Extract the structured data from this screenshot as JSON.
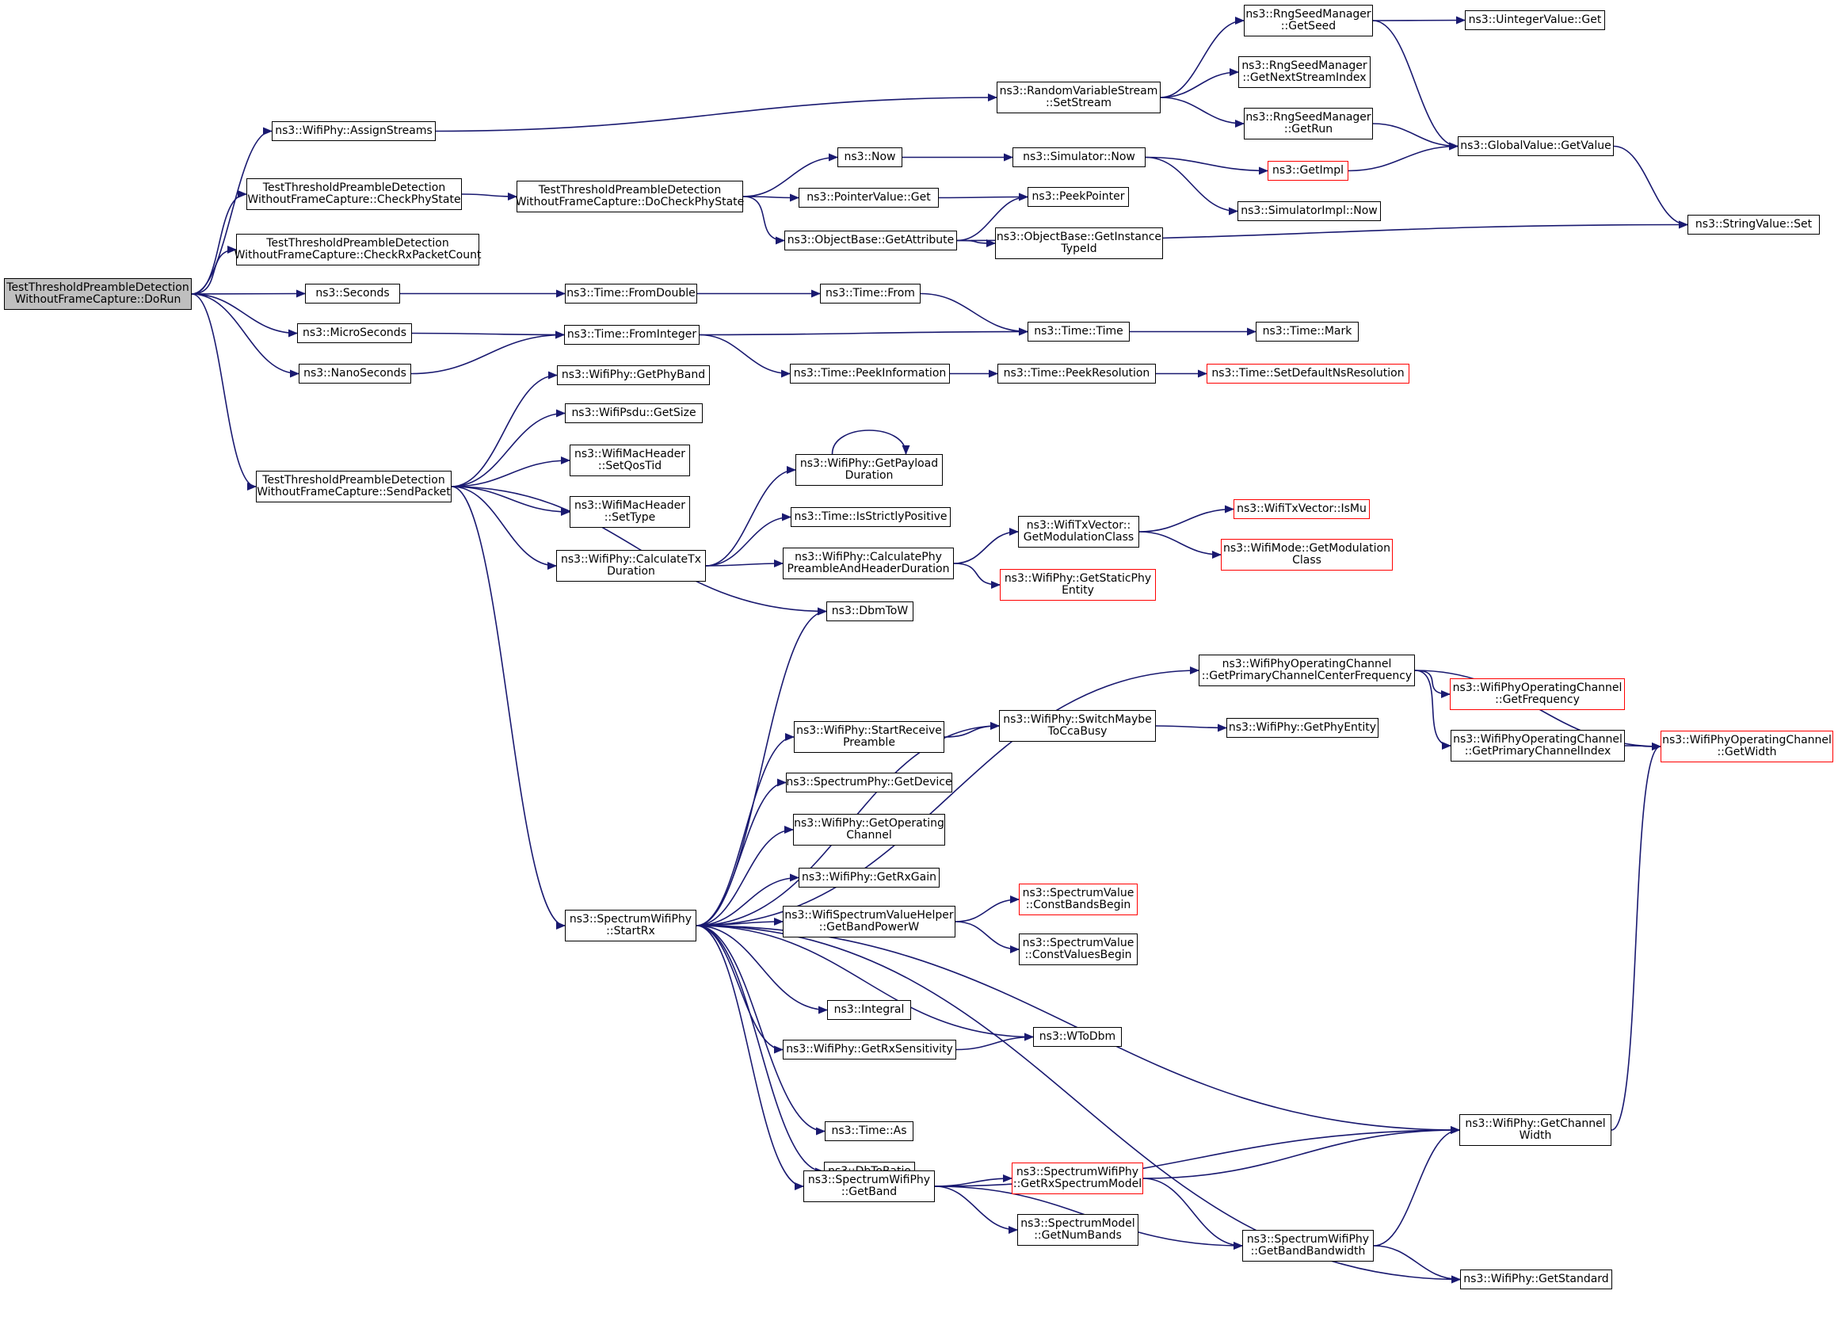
{
  "colors": {
    "edge": "#191970",
    "border": "#000000",
    "incomplete_border": "#ff0000",
    "root_fill": "#bfbfbf"
  },
  "nodes": [
    {
      "id": "root",
      "lines": [
        "TestThresholdPreambleDetection",
        "WithoutFrameCapture::DoRun"
      ],
      "root": true
    },
    {
      "id": "assignStreams",
      "lines": [
        "ns3::WifiPhy::AssignStreams"
      ]
    },
    {
      "id": "checkPhyState",
      "lines": [
        "TestThresholdPreambleDetection",
        "WithoutFrameCapture::CheckPhyState"
      ]
    },
    {
      "id": "checkRxPacketCount",
      "lines": [
        "TestThresholdPreambleDetection",
        "WithoutFrameCapture::CheckRxPacketCount"
      ]
    },
    {
      "id": "seconds",
      "lines": [
        "ns3::Seconds"
      ]
    },
    {
      "id": "microSeconds",
      "lines": [
        "ns3::MicroSeconds"
      ]
    },
    {
      "id": "nanoSeconds",
      "lines": [
        "ns3::NanoSeconds"
      ]
    },
    {
      "id": "sendPacket",
      "lines": [
        "TestThresholdPreambleDetection",
        "WithoutFrameCapture::SendPacket"
      ]
    },
    {
      "id": "doCheckPhyState",
      "lines": [
        "TestThresholdPreambleDetection",
        "WithoutFrameCapture::DoCheckPhyState"
      ]
    },
    {
      "id": "rvsSetStream",
      "lines": [
        "ns3::RandomVariableStream",
        "::SetStream"
      ]
    },
    {
      "id": "rsmGetSeed",
      "lines": [
        "ns3::RngSeedManager",
        "::GetSeed"
      ]
    },
    {
      "id": "rsmGetNextStreamIndex",
      "lines": [
        "ns3::RngSeedManager",
        "::GetNextStreamIndex"
      ]
    },
    {
      "id": "rsmGetRun",
      "lines": [
        "ns3::RngSeedManager",
        "::GetRun"
      ]
    },
    {
      "id": "uintegerValueGet",
      "lines": [
        "ns3::UintegerValue::Get"
      ]
    },
    {
      "id": "globalValueGetValue",
      "lines": [
        "ns3::GlobalValue::GetValue"
      ]
    },
    {
      "id": "stringValueSet",
      "lines": [
        "ns3::StringValue::Set"
      ]
    },
    {
      "id": "now",
      "lines": [
        "ns3::Now"
      ]
    },
    {
      "id": "simulatorNow",
      "lines": [
        "ns3::Simulator::Now"
      ]
    },
    {
      "id": "getImpl",
      "lines": [
        "ns3::GetImpl"
      ],
      "incomplete": true
    },
    {
      "id": "simulatorImplNow",
      "lines": [
        "ns3::SimulatorImpl::Now"
      ]
    },
    {
      "id": "pointerValueGet",
      "lines": [
        "ns3::PointerValue::Get"
      ]
    },
    {
      "id": "peekPointer",
      "lines": [
        "ns3::PeekPointer"
      ]
    },
    {
      "id": "objectBaseGetAttribute",
      "lines": [
        "ns3::ObjectBase::GetAttribute"
      ]
    },
    {
      "id": "objectBaseGetInstanceTypeId",
      "lines": [
        "ns3::ObjectBase::GetInstance",
        "TypeId"
      ]
    },
    {
      "id": "timeFromDouble",
      "lines": [
        "ns3::Time::FromDouble"
      ]
    },
    {
      "id": "timeFrom",
      "lines": [
        "ns3::Time::From"
      ]
    },
    {
      "id": "timeFromInteger",
      "lines": [
        "ns3::Time::FromInteger"
      ]
    },
    {
      "id": "timeTime",
      "lines": [
        "ns3::Time::Time"
      ]
    },
    {
      "id": "timeMark",
      "lines": [
        "ns3::Time::Mark"
      ]
    },
    {
      "id": "timePeekInformation",
      "lines": [
        "ns3::Time::PeekInformation"
      ]
    },
    {
      "id": "timePeekResolution",
      "lines": [
        "ns3::Time::PeekResolution"
      ]
    },
    {
      "id": "timeSetDefaultNsResolution",
      "lines": [
        "ns3::Time::SetDefaultNsResolution"
      ],
      "incomplete": true
    },
    {
      "id": "wifiPhyGetPhyBand",
      "lines": [
        "ns3::WifiPhy::GetPhyBand"
      ]
    },
    {
      "id": "wifiPsduGetSize",
      "lines": [
        "ns3::WifiPsdu::GetSize"
      ]
    },
    {
      "id": "wifiMacHeaderSetQosTid",
      "lines": [
        "ns3::WifiMacHeader",
        "::SetQosTid"
      ]
    },
    {
      "id": "wifiMacHeaderSetType",
      "lines": [
        "ns3::WifiMacHeader",
        "::SetType"
      ]
    },
    {
      "id": "wifiPhyCalculateTxDuration",
      "lines": [
        "ns3::WifiPhy::CalculateTx",
        "Duration"
      ]
    },
    {
      "id": "wifiPhyGetPayloadDuration",
      "lines": [
        "ns3::WifiPhy::GetPayload",
        "Duration"
      ]
    },
    {
      "id": "timeIsStrictlyPositive",
      "lines": [
        "ns3::Time::IsStrictlyPositive"
      ]
    },
    {
      "id": "wifiPhyCalculatePhyPreamble",
      "lines": [
        "ns3::WifiPhy::CalculatePhy",
        "PreambleAndHeaderDuration"
      ]
    },
    {
      "id": "wifiTxVectorGetModulationClass",
      "lines": [
        "ns3::WifiTxVector::",
        "GetModulationClass"
      ]
    },
    {
      "id": "wifiTxVectorIsMu",
      "lines": [
        "ns3::WifiTxVector::IsMu"
      ],
      "incomplete": true
    },
    {
      "id": "wifiModeGetModulationClass",
      "lines": [
        "ns3::WifiMode::GetModulation",
        "Class"
      ],
      "incomplete": true
    },
    {
      "id": "wifiPhyGetStaticPhyEntity",
      "lines": [
        "ns3::WifiPhy::GetStaticPhy",
        "Entity"
      ],
      "incomplete": true
    },
    {
      "id": "dbmToW",
      "lines": [
        "ns3::DbmToW"
      ]
    },
    {
      "id": "spectrumWifiPhyStartRx",
      "lines": [
        "ns3::SpectrumWifiPhy",
        "::StartRx"
      ]
    },
    {
      "id": "wpocGetPrimaryChannelCenterFrequency",
      "lines": [
        "ns3::WifiPhyOperatingChannel",
        "::GetPrimaryChannelCenterFrequency"
      ]
    },
    {
      "id": "wpocGetFrequency",
      "lines": [
        "ns3::WifiPhyOperatingChannel",
        "::GetFrequency"
      ],
      "incomplete": true
    },
    {
      "id": "wpocGetPrimaryChannelIndex",
      "lines": [
        "ns3::WifiPhyOperatingChannel",
        "::GetPrimaryChannelIndex"
      ]
    },
    {
      "id": "wpocGetWidth",
      "lines": [
        "ns3::WifiPhyOperatingChannel",
        "::GetWidth"
      ],
      "incomplete": true
    },
    {
      "id": "wifiPhyStartReceivePreamble",
      "lines": [
        "ns3::WifiPhy::StartReceive",
        "Preamble"
      ]
    },
    {
      "id": "wifiPhySwitchMaybeToCcaBusy",
      "lines": [
        "ns3::WifiPhy::SwitchMaybe",
        "ToCcaBusy"
      ]
    },
    {
      "id": "wifiPhyGetPhyEntity",
      "lines": [
        "ns3::WifiPhy::GetPhyEntity"
      ]
    },
    {
      "id": "spectrumPhyGetDevice",
      "lines": [
        "ns3::SpectrumPhy::GetDevice"
      ]
    },
    {
      "id": "wifiPhyGetOperatingChannel",
      "lines": [
        "ns3::WifiPhy::GetOperating",
        "Channel"
      ]
    },
    {
      "id": "wifiPhyGetRxGain",
      "lines": [
        "ns3::WifiPhy::GetRxGain"
      ]
    },
    {
      "id": "wsvhGetBandPowerW",
      "lines": [
        "ns3::WifiSpectrumValueHelper",
        "::GetBandPowerW"
      ]
    },
    {
      "id": "spectrumValueConstBandsBegin",
      "lines": [
        "ns3::SpectrumValue",
        "::ConstBandsBegin"
      ],
      "incomplete": true
    },
    {
      "id": "spectrumValueConstValuesBegin",
      "lines": [
        "ns3::SpectrumValue",
        "::ConstValuesBegin"
      ]
    },
    {
      "id": "integral",
      "lines": [
        "ns3::Integral"
      ]
    },
    {
      "id": "wifiPhyGetRxSensitivity",
      "lines": [
        "ns3::WifiPhy::GetRxSensitivity"
      ]
    },
    {
      "id": "wToDbm",
      "lines": [
        "ns3::WToDbm"
      ]
    },
    {
      "id": "wifiPhyGetChannelWidth",
      "lines": [
        "ns3::WifiPhy::GetChannel",
        "Width"
      ]
    },
    {
      "id": "timeAs",
      "lines": [
        "ns3::Time::As"
      ]
    },
    {
      "id": "dbToRatio",
      "lines": [
        "ns3::DbToRatio"
      ]
    },
    {
      "id": "spectrumWifiPhyGetRxSpectrumModel",
      "lines": [
        "ns3::SpectrumWifiPhy",
        "::GetRxSpectrumModel"
      ],
      "incomplete": true
    },
    {
      "id": "spectrumWifiPhyGetBand",
      "lines": [
        "ns3::SpectrumWifiPhy",
        "::GetBand"
      ]
    },
    {
      "id": "spectrumModelGetNumBands",
      "lines": [
        "ns3::SpectrumModel",
        "::GetNumBands"
      ]
    },
    {
      "id": "spectrumWifiPhyGetBandBandwidth",
      "lines": [
        "ns3::SpectrumWifiPhy",
        "::GetBandBandwidth"
      ]
    },
    {
      "id": "wifiPhyGetStandard",
      "lines": [
        "ns3::WifiPhy::GetStandard"
      ]
    }
  ],
  "edges": [
    [
      "root",
      "assignStreams"
    ],
    [
      "root",
      "checkPhyState"
    ],
    [
      "root",
      "checkRxPacketCount"
    ],
    [
      "root",
      "seconds"
    ],
    [
      "root",
      "microSeconds"
    ],
    [
      "root",
      "nanoSeconds"
    ],
    [
      "root",
      "sendPacket"
    ],
    [
      "assignStreams",
      "rvsSetStream"
    ],
    [
      "rvsSetStream",
      "rsmGetSeed"
    ],
    [
      "rvsSetStream",
      "rsmGetNextStreamIndex"
    ],
    [
      "rvsSetStream",
      "rsmGetRun"
    ],
    [
      "rsmGetSeed",
      "uintegerValueGet"
    ],
    [
      "rsmGetSeed",
      "globalValueGetValue"
    ],
    [
      "rsmGetRun",
      "globalValueGetValue"
    ],
    [
      "globalValueGetValue",
      "stringValueSet"
    ],
    [
      "checkPhyState",
      "doCheckPhyState"
    ],
    [
      "doCheckPhyState",
      "now"
    ],
    [
      "doCheckPhyState",
      "pointerValueGet"
    ],
    [
      "doCheckPhyState",
      "objectBaseGetAttribute"
    ],
    [
      "now",
      "simulatorNow"
    ],
    [
      "simulatorNow",
      "getImpl"
    ],
    [
      "simulatorNow",
      "simulatorImplNow"
    ],
    [
      "getImpl",
      "globalValueGetValue"
    ],
    [
      "pointerValueGet",
      "peekPointer"
    ],
    [
      "objectBaseGetAttribute",
      "peekPointer"
    ],
    [
      "objectBaseGetAttribute",
      "objectBaseGetInstanceTypeId"
    ],
    [
      "objectBaseGetAttribute",
      "stringValueSet"
    ],
    [
      "seconds",
      "timeFromDouble"
    ],
    [
      "timeFromDouble",
      "timeFrom"
    ],
    [
      "timeFrom",
      "timeTime"
    ],
    [
      "microSeconds",
      "timeFromInteger"
    ],
    [
      "nanoSeconds",
      "timeFromInteger"
    ],
    [
      "timeFromInteger",
      "timeTime"
    ],
    [
      "timeFromInteger",
      "timePeekInformation"
    ],
    [
      "timeTime",
      "timeMark"
    ],
    [
      "timePeekInformation",
      "timePeekResolution"
    ],
    [
      "timePeekResolution",
      "timeSetDefaultNsResolution"
    ],
    [
      "sendPacket",
      "wifiPhyGetPhyBand"
    ],
    [
      "sendPacket",
      "wifiPsduGetSize"
    ],
    [
      "sendPacket",
      "wifiMacHeaderSetQosTid"
    ],
    [
      "sendPacket",
      "wifiMacHeaderSetType"
    ],
    [
      "sendPacket",
      "wifiPhyCalculateTxDuration"
    ],
    [
      "sendPacket",
      "dbmToW"
    ],
    [
      "sendPacket",
      "spectrumWifiPhyStartRx"
    ],
    [
      "wifiPhyCalculateTxDuration",
      "wifiPhyGetPayloadDuration"
    ],
    [
      "wifiPhyCalculateTxDuration",
      "timeIsStrictlyPositive"
    ],
    [
      "wifiPhyCalculateTxDuration",
      "wifiPhyCalculatePhyPreamble"
    ],
    [
      "wifiPhyGetPayloadDuration",
      "wifiPhyGetPayloadDuration"
    ],
    [
      "wifiPhyCalculatePhyPreamble",
      "wifiTxVectorGetModulationClass"
    ],
    [
      "wifiPhyCalculatePhyPreamble",
      "wifiPhyGetStaticPhyEntity"
    ],
    [
      "wifiTxVectorGetModulationClass",
      "wifiTxVectorIsMu"
    ],
    [
      "wifiTxVectorGetModulationClass",
      "wifiModeGetModulationClass"
    ],
    [
      "spectrumWifiPhyStartRx",
      "dbmToW"
    ],
    [
      "spectrumWifiPhyStartRx",
      "wpocGetPrimaryChannelCenterFrequency"
    ],
    [
      "spectrumWifiPhyStartRx",
      "wifiPhySwitchMaybeToCcaBusy"
    ],
    [
      "spectrumWifiPhyStartRx",
      "wifiPhyStartReceivePreamble"
    ],
    [
      "spectrumWifiPhyStartRx",
      "spectrumPhyGetDevice"
    ],
    [
      "spectrumWifiPhyStartRx",
      "wifiPhyGetOperatingChannel"
    ],
    [
      "spectrumWifiPhyStartRx",
      "wifiPhyGetRxGain"
    ],
    [
      "spectrumWifiPhyStartRx",
      "wsvhGetBandPowerW"
    ],
    [
      "spectrumWifiPhyStartRx",
      "integral"
    ],
    [
      "spectrumWifiPhyStartRx",
      "wifiPhyGetRxSensitivity"
    ],
    [
      "spectrumWifiPhyStartRx",
      "wToDbm"
    ],
    [
      "spectrumWifiPhyStartRx",
      "wifiPhyGetChannelWidth"
    ],
    [
      "spectrumWifiPhyStartRx",
      "timeAs"
    ],
    [
      "spectrumWifiPhyStartRx",
      "dbToRatio"
    ],
    [
      "spectrumWifiPhyStartRx",
      "spectrumWifiPhyGetBand"
    ],
    [
      "spectrumWifiPhyStartRx",
      "wifiPhyGetStandard"
    ],
    [
      "wpocGetPrimaryChannelCenterFrequency",
      "wpocGetFrequency"
    ],
    [
      "wpocGetPrimaryChannelCenterFrequency",
      "wpocGetPrimaryChannelIndex"
    ],
    [
      "wpocGetPrimaryChannelCenterFrequency",
      "wpocGetWidth"
    ],
    [
      "wpocGetPrimaryChannelIndex",
      "wpocGetWidth"
    ],
    [
      "wifiPhyStartReceivePreamble",
      "wifiPhySwitchMaybeToCcaBusy"
    ],
    [
      "wifiPhySwitchMaybeToCcaBusy",
      "wifiPhyGetPhyEntity"
    ],
    [
      "wsvhGetBandPowerW",
      "spectrumValueConstBandsBegin"
    ],
    [
      "wsvhGetBandPowerW",
      "spectrumValueConstValuesBegin"
    ],
    [
      "wifiPhyGetRxSensitivity",
      "wToDbm"
    ],
    [
      "wifiPhyGetChannelWidth",
      "wpocGetWidth"
    ],
    [
      "spectrumWifiPhyGetBand",
      "wifiPhyGetChannelWidth"
    ],
    [
      "spectrumWifiPhyGetBand",
      "spectrumWifiPhyGetRxSpectrumModel"
    ],
    [
      "spectrumWifiPhyGetBand",
      "spectrumModelGetNumBands"
    ],
    [
      "spectrumWifiPhyGetBand",
      "spectrumWifiPhyGetBandBandwidth"
    ],
    [
      "spectrumWifiPhyGetRxSpectrumModel",
      "wifiPhyGetChannelWidth"
    ],
    [
      "spectrumWifiPhyGetRxSpectrumModel",
      "spectrumWifiPhyGetBandBandwidth"
    ],
    [
      "spectrumWifiPhyGetBandBandwidth",
      "wifiPhyGetChannelWidth"
    ],
    [
      "spectrumWifiPhyGetBandBandwidth",
      "wifiPhyGetStandard"
    ]
  ]
}
